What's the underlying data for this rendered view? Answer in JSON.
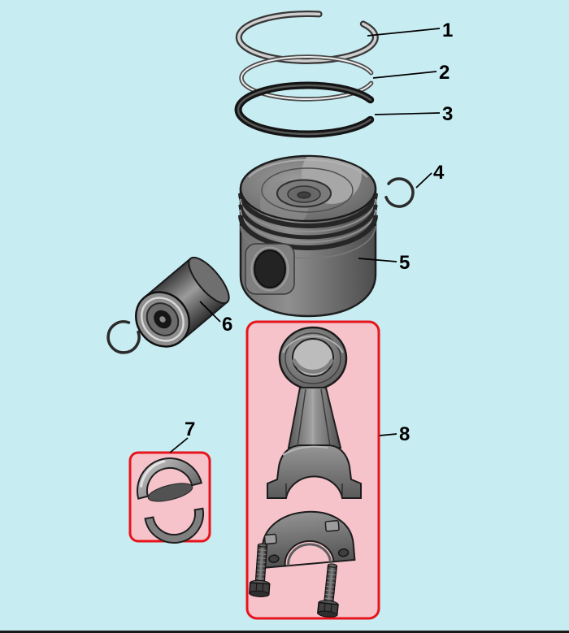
{
  "diagram": {
    "background_color": "#c7ecf2",
    "highlight_border_color": "#e8141c",
    "highlight_fill_color": "#f6c3cb",
    "line_color": "#000000",
    "labels": [
      {
        "text": "1"
      },
      {
        "text": "2"
      },
      {
        "text": "3"
      },
      {
        "text": "4"
      },
      {
        "text": "5"
      },
      {
        "text": "6"
      },
      {
        "text": "7"
      },
      {
        "text": "8"
      }
    ]
  }
}
